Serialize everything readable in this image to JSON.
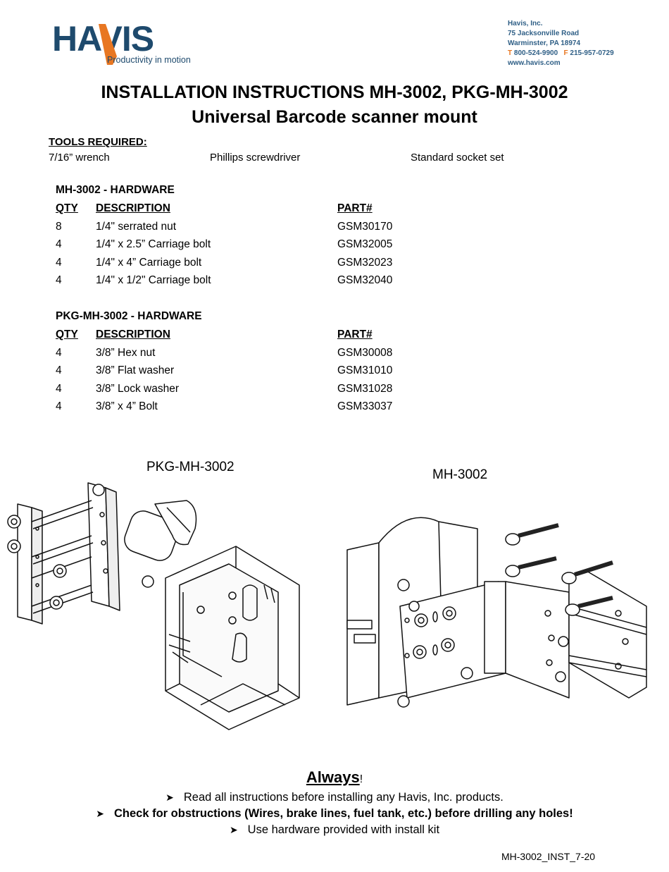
{
  "logo": {
    "wordmark": "HAVIS",
    "tagline": "Productivity in motion"
  },
  "address": {
    "company": "Havis, Inc.",
    "street": "75 Jacksonville Road",
    "city": "Warminster, PA 18974",
    "phone_prefix": "T",
    "phone": "800-524-9900",
    "fax_prefix": "F",
    "fax": "215-957-0729",
    "web": "www.havis.com"
  },
  "title_line1": "INSTALLATION INSTRUCTIONS MH-3002, PKG-MH-3002",
  "title_line2": "Universal Barcode scanner mount",
  "tools": {
    "heading": "TOOLS REQUIRED:",
    "items": [
      "7/16” wrench",
      "Phillips screwdriver",
      "Standard socket set"
    ]
  },
  "hardware_tables": [
    {
      "title": "MH-3002 - HARDWARE",
      "headers": {
        "qty": "QTY",
        "description": "DESCRIPTION",
        "part": "PART#"
      },
      "rows": [
        {
          "qty": "8",
          "description": "1/4\" serrated nut",
          "part": "GSM30170"
        },
        {
          "qty": "4",
          "description": "1/4\" x 2.5” Carriage bolt",
          "part": "GSM32005"
        },
        {
          "qty": "4",
          "description": "1/4\" x 4” Carriage bolt",
          "part": "GSM32023"
        },
        {
          "qty": "4",
          "description": "1/4\" x 1/2\" Carriage bolt",
          "part": "GSM32040"
        }
      ]
    },
    {
      "title": "PKG-MH-3002 - HARDWARE",
      "headers": {
        "qty": "QTY",
        "description": "DESCRIPTION",
        "part": "PART#"
      },
      "rows": [
        {
          "qty": "4",
          "description": "3/8” Hex nut",
          "part": "GSM30008"
        },
        {
          "qty": "4",
          "description": "3/8” Flat washer",
          "part": "GSM31010"
        },
        {
          "qty": "4",
          "description": "3/8” Lock washer",
          "part": "GSM31028"
        },
        {
          "qty": "4",
          "description": "3/8” x 4” Bolt",
          "part": "GSM33037"
        }
      ]
    }
  ],
  "figures": {
    "left_label": "PKG-MH-3002",
    "right_label": "MH-3002"
  },
  "always": {
    "heading": "Always",
    "exclaim": "!",
    "bullets": [
      "Read all instructions before installing any Havis, Inc. products.",
      "Check for obstructions (Wires, brake lines, fuel tank, etc.) before drilling any holes!",
      "Use hardware provided with install kit"
    ]
  },
  "doc_id": "MH-3002_INST_7-20",
  "colors": {
    "brand_blue": "#1e4a6d",
    "brand_orange": "#e87722",
    "address_blue": "#2f5f86"
  }
}
